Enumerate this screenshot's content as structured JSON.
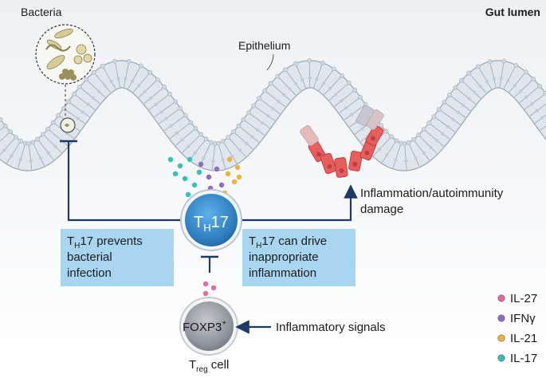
{
  "labels": {
    "bacteria": "Bacteria",
    "gut_lumen": "Gut lumen",
    "epithelium": "Epithelium",
    "damage_line1": "Inflammation/autoimmunity",
    "damage_line2": "damage",
    "inflammatory_signals": "Inflammatory signals",
    "th17_main": "T",
    "th17_sub": "H",
    "th17_tail": "17",
    "foxp3": "FOXP3",
    "foxp3_sup": "+",
    "treg_main": "T",
    "treg_sub": "reg",
    "treg_tail": " cell"
  },
  "boxes": {
    "left": {
      "line1_main": "T",
      "line1_sub": "H",
      "line1_tail": "17 prevents",
      "line2": "bacterial",
      "line3": "infection"
    },
    "right": {
      "line1_main": "T",
      "line1_sub": "H",
      "line1_tail": "17 can drive",
      "line2": "inappropriate",
      "line3": "inflammation"
    }
  },
  "legend": [
    {
      "label": "IL-27",
      "color": "#e46aa0"
    },
    {
      "label": "IFNγ",
      "color": "#8e6cc0"
    },
    {
      "label": "IL-21",
      "color": "#f0b43c"
    },
    {
      "label": "IL-17",
      "color": "#2fc4b8"
    }
  ],
  "colors": {
    "arrow": "#1d3a66",
    "box_fill": "#a8d6f0",
    "cell_blue": "#3a8fd0",
    "cell_gray": "#8f959c",
    "epithelium_fill": "#dfe6ec",
    "epithelium_stroke": "#98a6b3",
    "inflamed": "#e95d5d"
  }
}
